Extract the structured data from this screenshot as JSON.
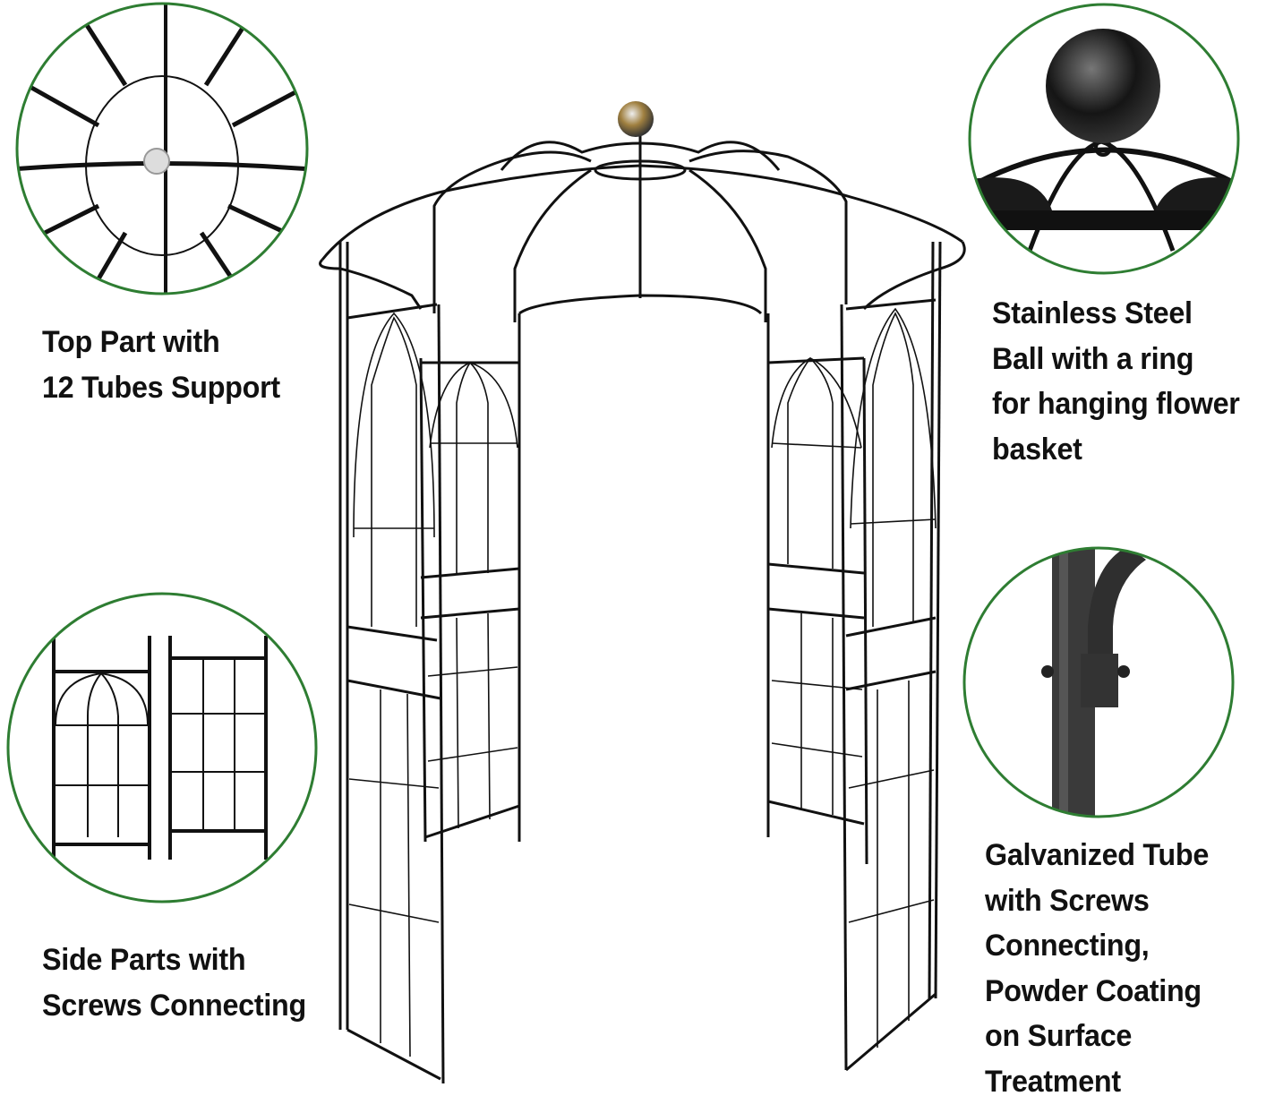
{
  "captions": {
    "top_part": [
      "Top Part with",
      "12 Tubes Support"
    ],
    "ball": [
      "Stainless Steel",
      "Ball with a ring",
      "for hanging flower",
      "basket"
    ],
    "side_parts": [
      "Side Parts with",
      "Screws Connecting"
    ],
    "tube": [
      "Galvanized Tube",
      "with Screws",
      "Connecting,",
      "Powder Coating",
      "on Surface",
      "Treatment"
    ]
  },
  "colors": {
    "circle_border": "#2e7d32",
    "frame": "#111111",
    "text": "#111111"
  },
  "icons": [
    "top-part-detail-image",
    "steel-ball-detail-image",
    "side-parts-detail-image",
    "tube-screw-detail-image",
    "gazebo-arch-image"
  ]
}
